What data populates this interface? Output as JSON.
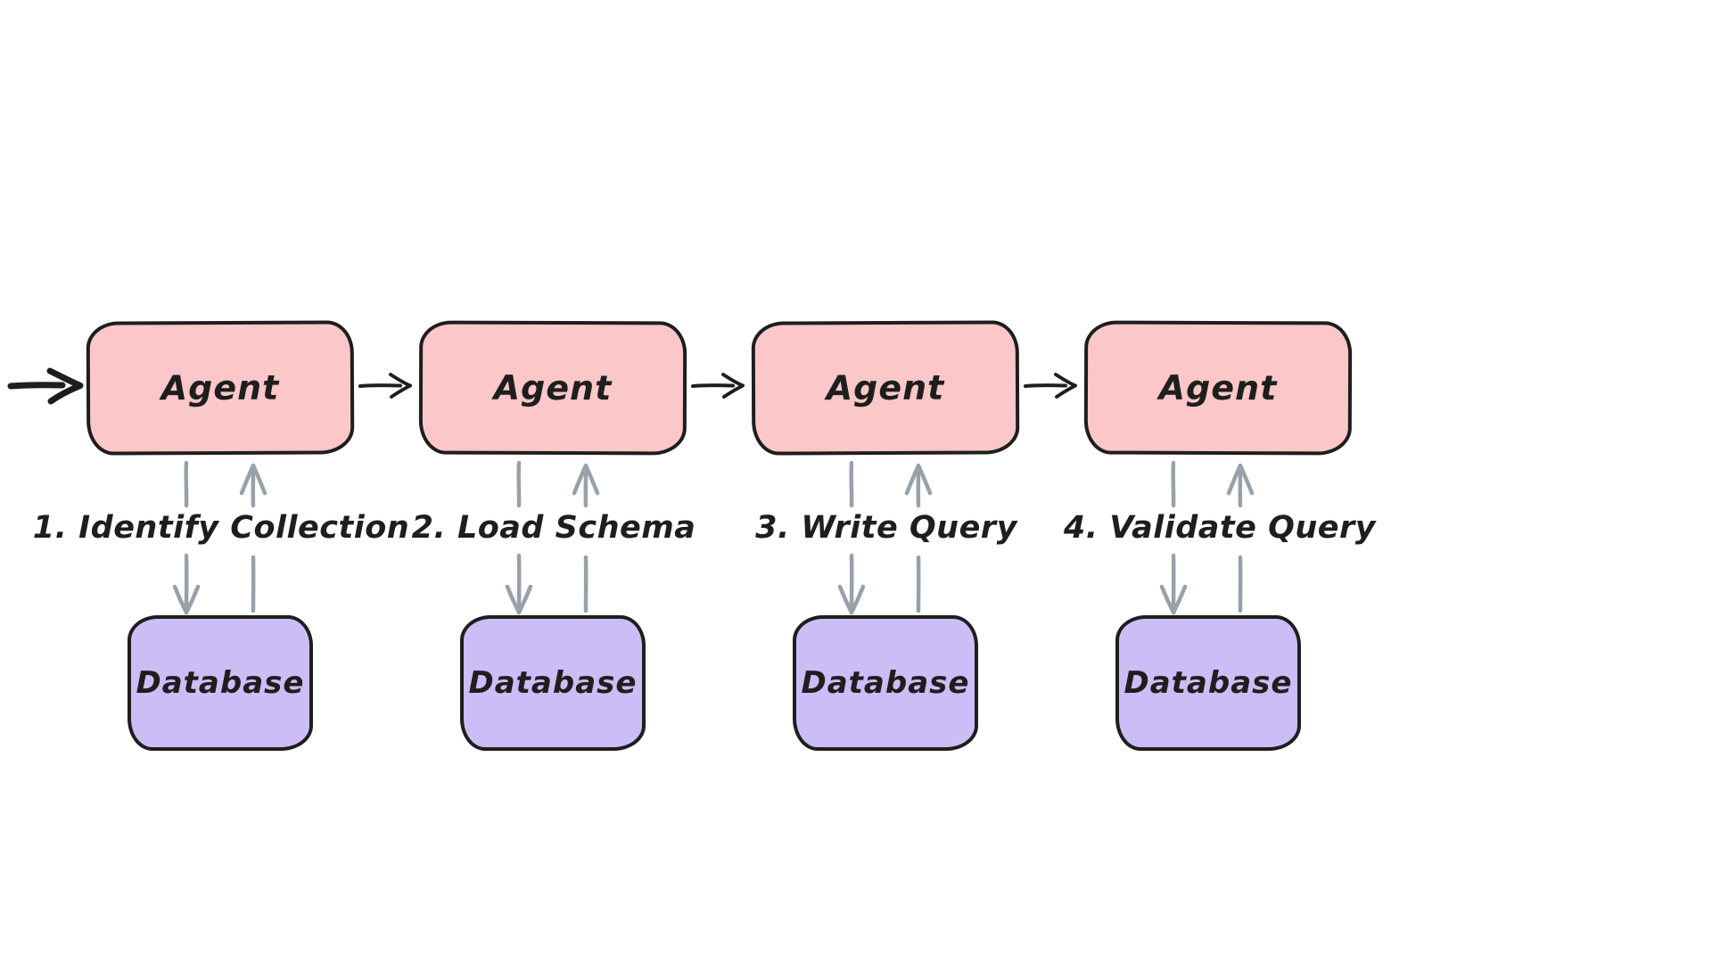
{
  "diagram": {
    "title": "",
    "background": "#ffffff",
    "colors": {
      "agent_fill": "#fbc7c9",
      "database_fill": "#ccbdf7",
      "stroke": "#1e1e1e",
      "io_arrow": "#98a1ab",
      "canvas_bg": "#ffffff"
    },
    "icons": {
      "start_arrow": "right-arrow →",
      "flow_arrow": "right-arrow →",
      "agent_to_db_arrow": "down-arrow ↓",
      "db_to_agent_arrow": "up-arrow ↑"
    },
    "columns": [
      {
        "agent": "Agent",
        "step": "1. Identify Collection",
        "database": "Database"
      },
      {
        "agent": "Agent",
        "step": "2. Load Schema",
        "database": "Database"
      },
      {
        "agent": "Agent",
        "step": "3. Write Query",
        "database": "Database"
      },
      {
        "agent": "Agent",
        "step": "4. Validate Query",
        "database": "Database"
      }
    ]
  }
}
